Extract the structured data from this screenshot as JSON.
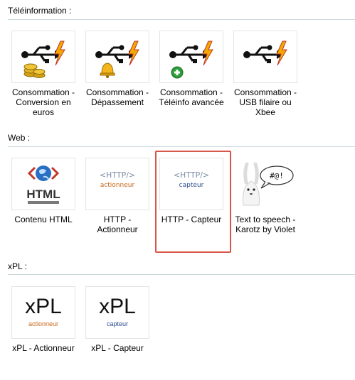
{
  "sections": {
    "teleinfo": {
      "title": "Téléinformation :",
      "items": [
        {
          "label": "Consommation - Conversion en euros"
        },
        {
          "label": "Consommation - Dépassement"
        },
        {
          "label": "Consommation - Téléinfo avancée"
        },
        {
          "label": "Consommation - USB filaire ou Xbee"
        }
      ]
    },
    "web": {
      "title": "Web :",
      "items": [
        {
          "label": "Contenu HTML",
          "icon_text": "HTML"
        },
        {
          "label": "HTTP - Actionneur",
          "icon_top": "<HTTP/>",
          "icon_sub": "actionneur"
        },
        {
          "label": "HTTP - Capteur",
          "icon_top": "<HTTP/>",
          "icon_sub": "capteur"
        },
        {
          "label": "Text to speech - Karotz by Violet",
          "bubble": "#@!"
        }
      ]
    },
    "xpl": {
      "title": "xPL :",
      "items": [
        {
          "label": "xPL - Actionneur",
          "icon_top": "xPL",
          "icon_sub": "actionneur"
        },
        {
          "label": "xPL - Capteur",
          "icon_top": "xPL",
          "icon_sub": "capteur"
        }
      ]
    }
  },
  "colors": {
    "actionneur": "#c7661a",
    "capteur": "#2a4d8f",
    "http_top": "#7f8fa7",
    "bolt": "#f2a900",
    "selection": "#d9574a"
  },
  "selected_item": "HTTP - Capteur"
}
